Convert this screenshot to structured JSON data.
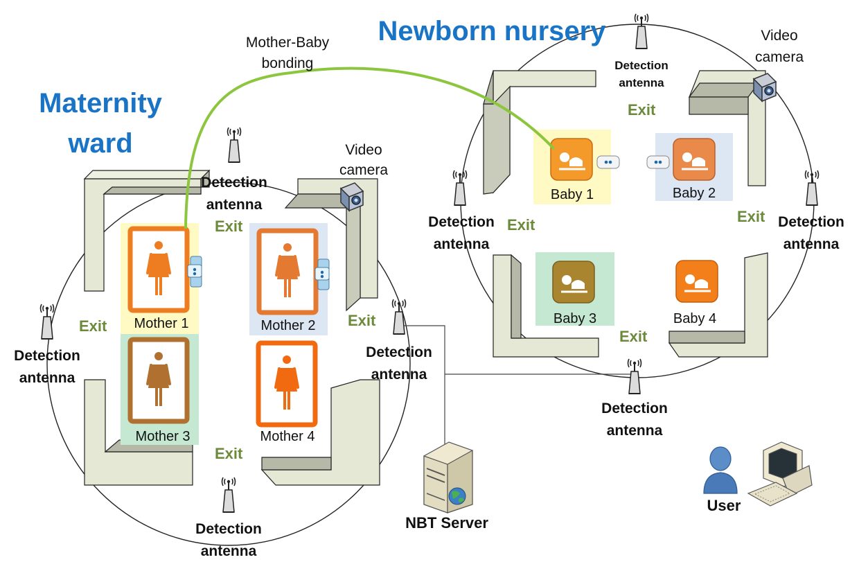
{
  "maternity": {
    "title_line1": "Maternity",
    "title_line2": "ward",
    "mothers": [
      "Mother 1",
      "Mother 2",
      "Mother 3",
      "Mother 4"
    ],
    "exits": [
      "Exit",
      "Exit",
      "Exit",
      "Exit"
    ],
    "camera_line1": "Video",
    "camera_line2": "camera"
  },
  "nursery": {
    "title": "Newborn nursery",
    "babies": [
      "Baby 1",
      "Baby 2",
      "Baby 3",
      "Baby 4"
    ],
    "exits": [
      "Exit",
      "Exit",
      "Exit",
      "Exit"
    ],
    "camera_line1": "Video",
    "camera_line2": "camera"
  },
  "antenna": {
    "line1": "Detection",
    "line2": "antenna"
  },
  "bonding": {
    "line1": "Mother-Baby",
    "line2": "bonding"
  },
  "server_label": "NBT Server",
  "user_label": "User",
  "colors": {
    "title_blue": "#1a74c6",
    "exit_green": "#6b8a3a",
    "bonding_line": "#8cc63f",
    "wall_fill": "#e6e8d6",
    "wall_dark": "#b6b9a8",
    "highlight_yellow": "#fff9c4",
    "highlight_blue": "#dde6f3",
    "highlight_green": "#c5e8d3",
    "mother_orange": "#ee7d22",
    "mother_brown": "#b07030",
    "baby_orange": "#f39a2b",
    "baby_brown": "#a8852e"
  }
}
